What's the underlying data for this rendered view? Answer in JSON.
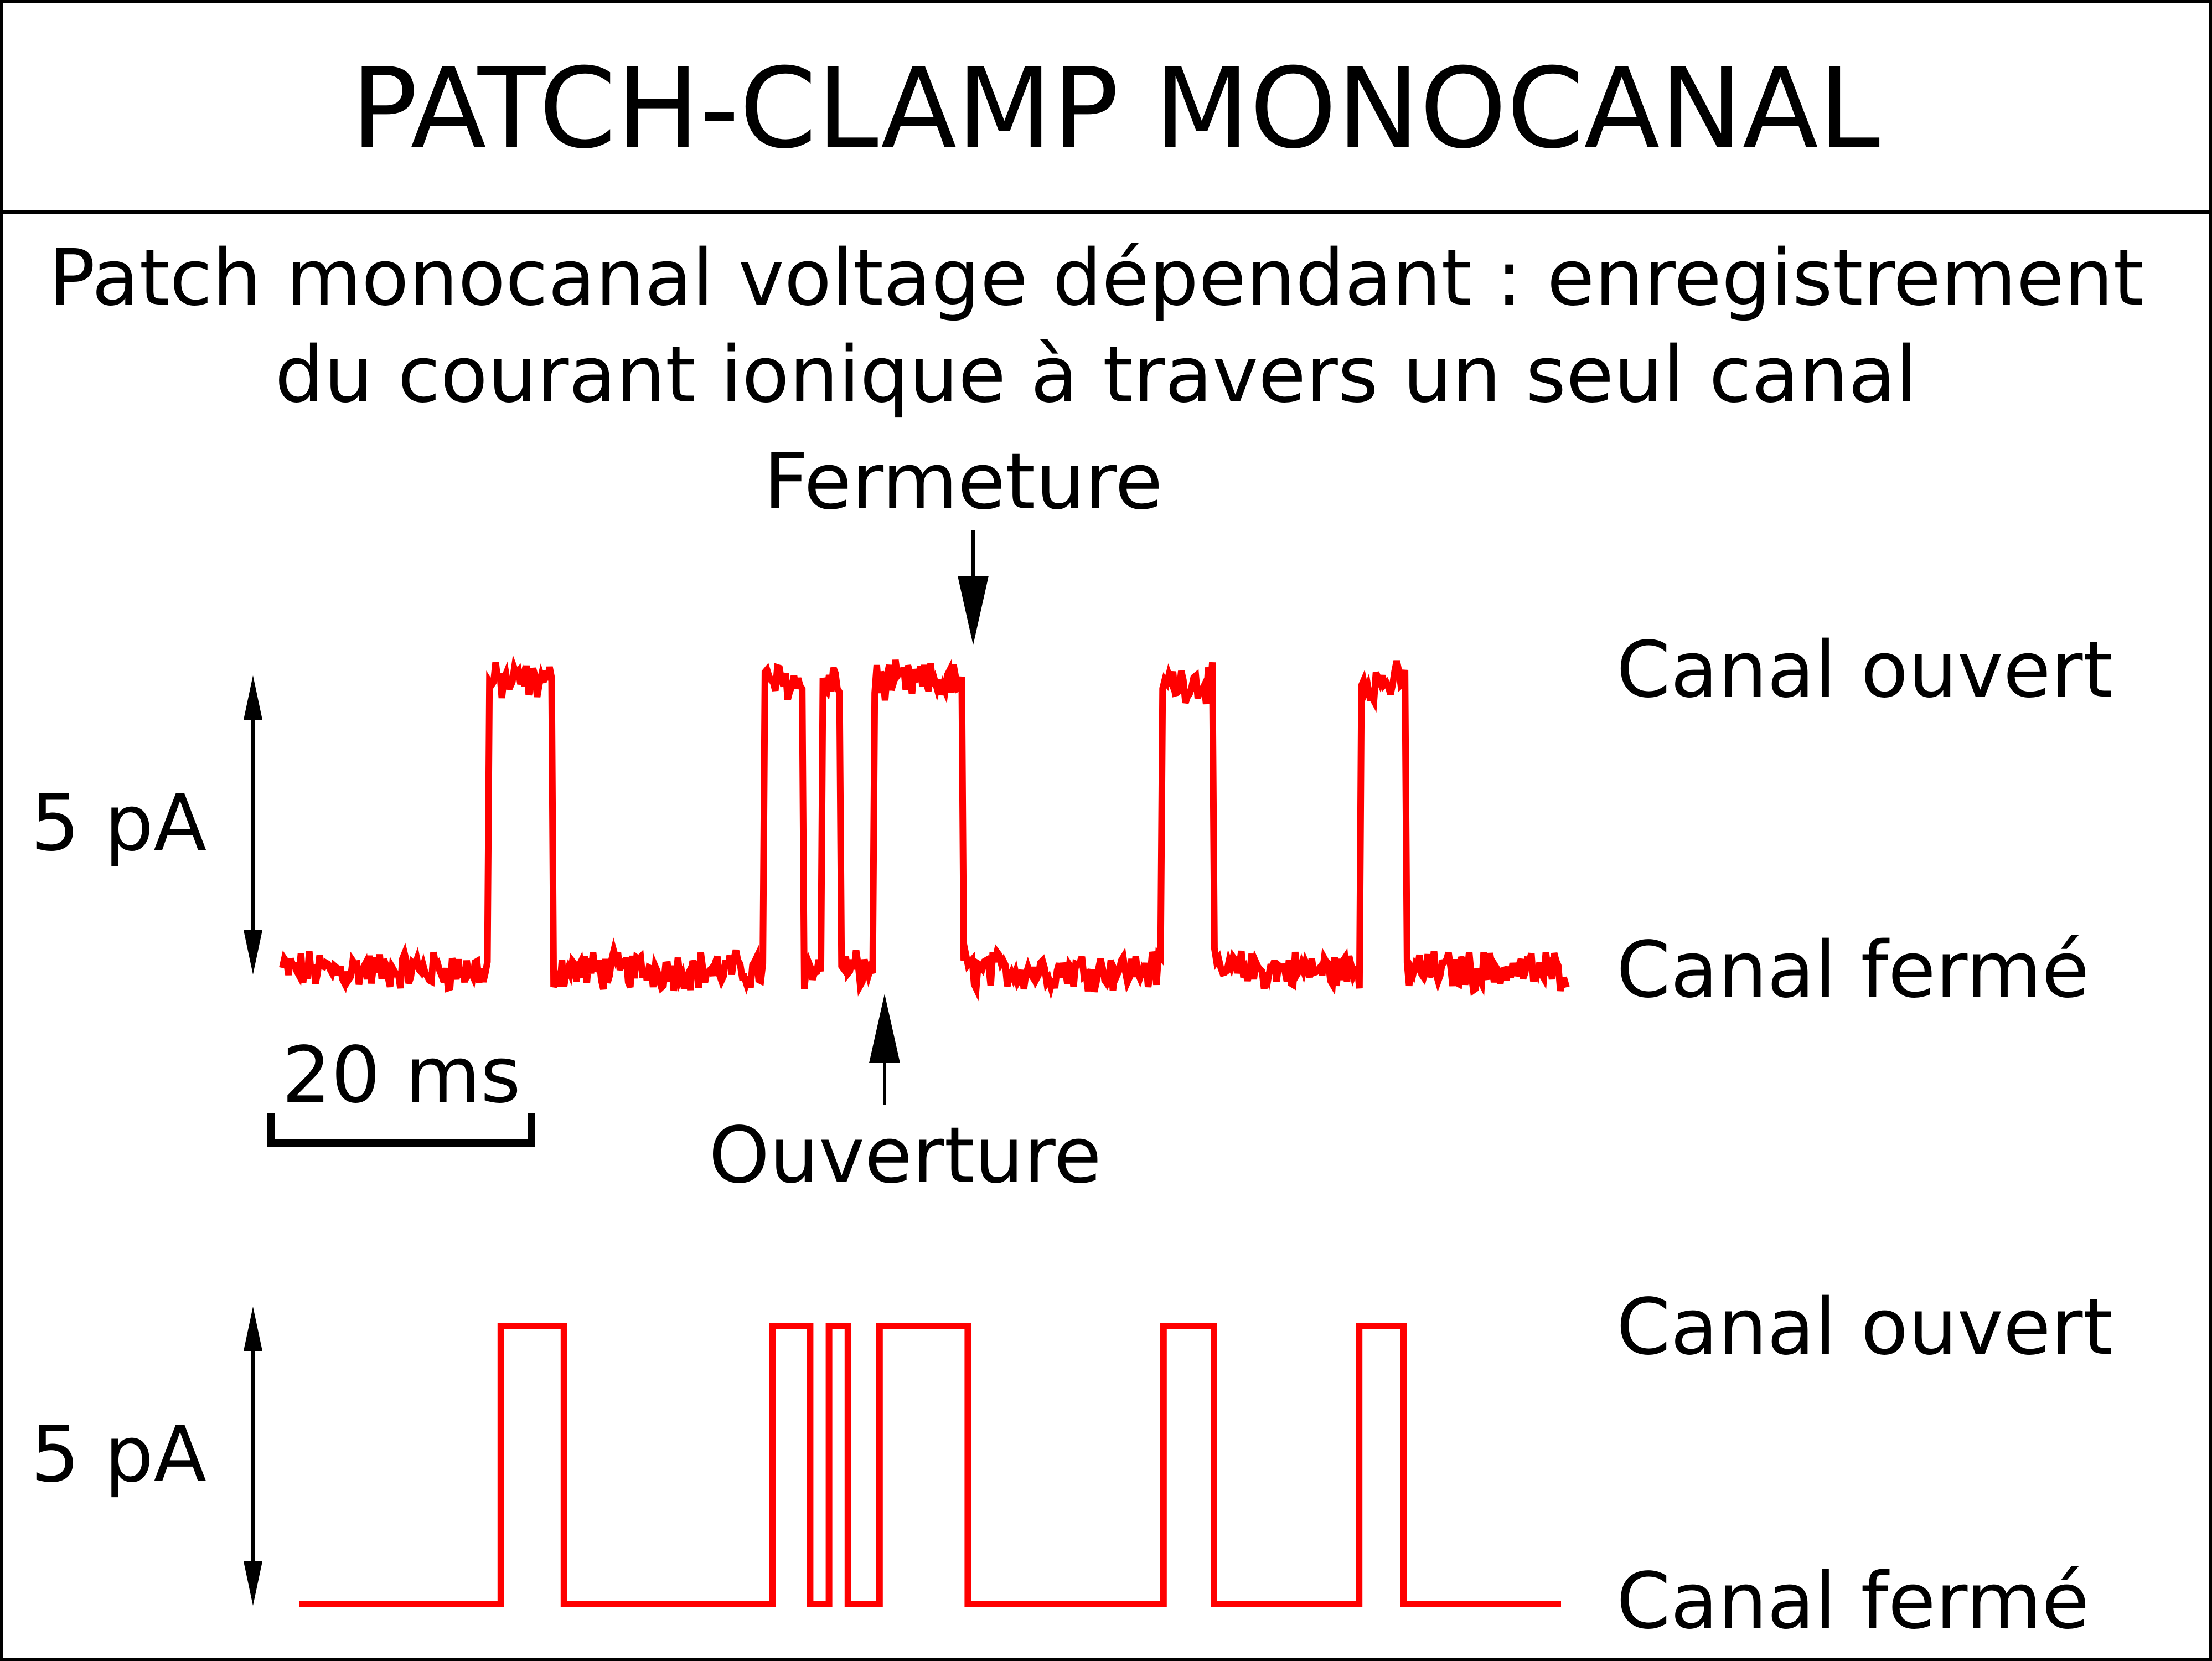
{
  "title": "PATCH-CLAMP MONOCANAL",
  "subtitle": {
    "line1": "Patch monocanal voltage dépendant : enregistrement",
    "line2": "du courant ionique à travers un seul canal"
  },
  "annotations": {
    "closing": "Fermeture",
    "opening": "Ouverture"
  },
  "scale": {
    "current": "5 pA",
    "time": "20 ms"
  },
  "states": {
    "open": "Canal ouvert",
    "closed": "Canal fermé"
  },
  "colors": {
    "trace": "#ff0000",
    "ink": "#000000",
    "background": "#ffffff"
  },
  "chart_data": {
    "type": "line",
    "x_unit": "ms",
    "y_unit": "pA",
    "open_level_pA": 5,
    "closed_level_pA": 0,
    "duration_ms": 100,
    "open_intervals_ms": [
      [
        16.0,
        21.0
      ],
      [
        37.5,
        40.5
      ],
      [
        42.0,
        43.5
      ],
      [
        46.0,
        53.0
      ],
      [
        68.5,
        72.5
      ],
      [
        84.0,
        87.5
      ]
    ],
    "series": [
      {
        "role": "raw",
        "noise": true
      },
      {
        "role": "idealized",
        "noise": false
      }
    ]
  }
}
